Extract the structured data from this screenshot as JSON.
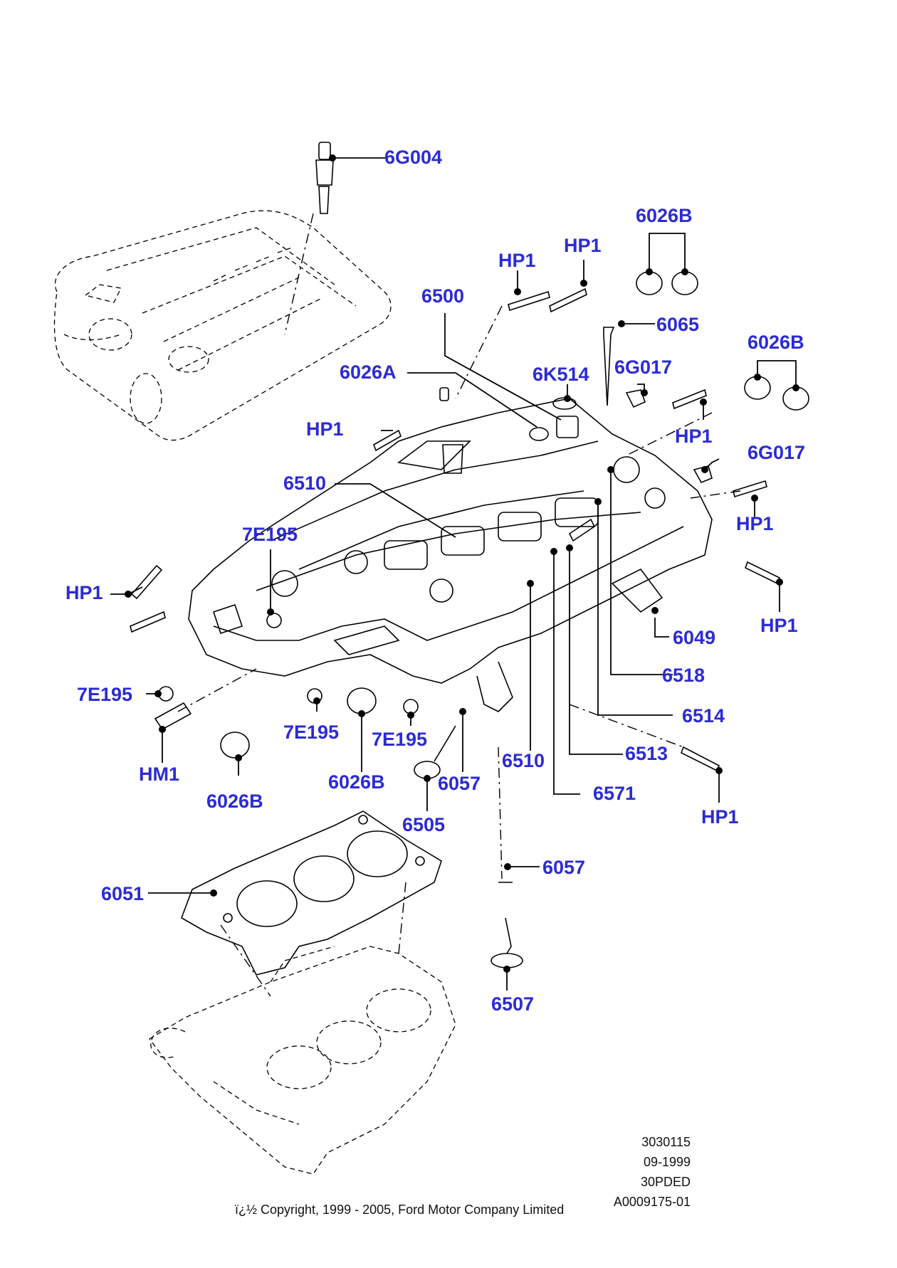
{
  "colors": {
    "callout": "#2b2bd6",
    "line": "#000000",
    "background": "#ffffff"
  },
  "callouts": [
    {
      "id": "6G004-top",
      "text": "6G004"
    },
    {
      "id": "6026B-tr1",
      "text": "6026B"
    },
    {
      "id": "HP1-a",
      "text": "HP1"
    },
    {
      "id": "HP1-b",
      "text": "HP1"
    },
    {
      "id": "6500",
      "text": "6500"
    },
    {
      "id": "6065",
      "text": "6065"
    },
    {
      "id": "6026B-tr2",
      "text": "6026B"
    },
    {
      "id": "6026A",
      "text": "6026A"
    },
    {
      "id": "6K514",
      "text": "6K514"
    },
    {
      "id": "6G017-a",
      "text": "6G017"
    },
    {
      "id": "HP1-c",
      "text": "HP1"
    },
    {
      "id": "HP1-d",
      "text": "HP1"
    },
    {
      "id": "6G017-b",
      "text": "6G017"
    },
    {
      "id": "6510-a",
      "text": "6510"
    },
    {
      "id": "HP1-e",
      "text": "HP1"
    },
    {
      "id": "7E195-a",
      "text": "7E195"
    },
    {
      "id": "HP1-f",
      "text": "HP1"
    },
    {
      "id": "HP1-g",
      "text": "HP1"
    },
    {
      "id": "6049",
      "text": "6049"
    },
    {
      "id": "6518",
      "text": "6518"
    },
    {
      "id": "7E195-b",
      "text": "7E195"
    },
    {
      "id": "6514",
      "text": "6514"
    },
    {
      "id": "7E195-c",
      "text": "7E195"
    },
    {
      "id": "7E195-d",
      "text": "7E195"
    },
    {
      "id": "HM1",
      "text": "HM1"
    },
    {
      "id": "6510-b",
      "text": "6510"
    },
    {
      "id": "6513",
      "text": "6513"
    },
    {
      "id": "6026B-a",
      "text": "6026B"
    },
    {
      "id": "6057-a",
      "text": "6057"
    },
    {
      "id": "6571",
      "text": "6571"
    },
    {
      "id": "6026B-b",
      "text": "6026B"
    },
    {
      "id": "HP1-h",
      "text": "HP1"
    },
    {
      "id": "6505",
      "text": "6505"
    },
    {
      "id": "6057-b",
      "text": "6057"
    },
    {
      "id": "6051",
      "text": "6051"
    },
    {
      "id": "6507",
      "text": "6507"
    }
  ],
  "meta": {
    "ref": "3030115",
    "date": "09-1999",
    "code": "30PDED",
    "image_id": "A0009175-01"
  },
  "copyright": "ï¿½ Copyright, 1999 - 2005, Ford Motor Company Limited"
}
